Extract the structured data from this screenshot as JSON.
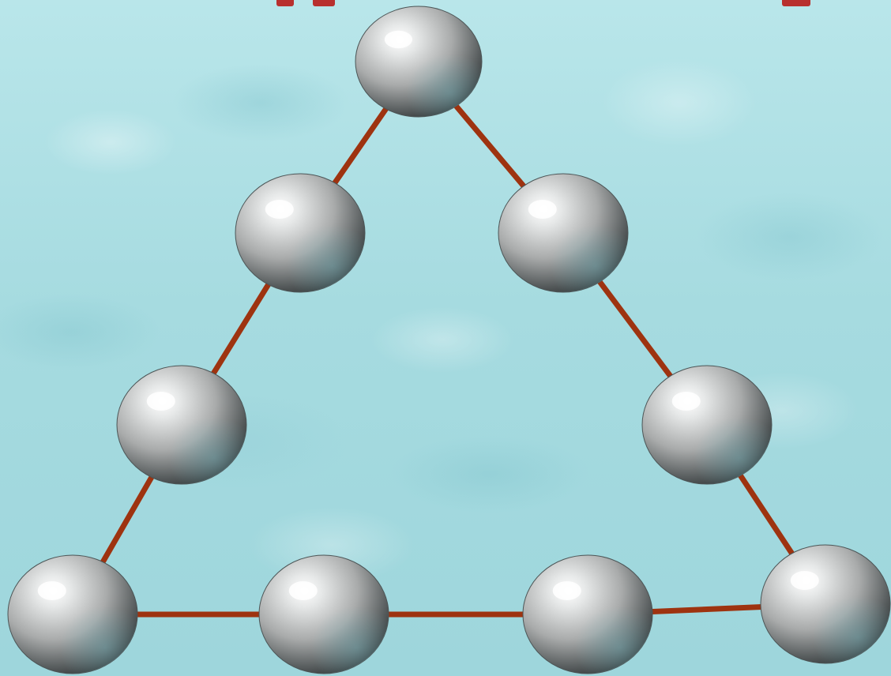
{
  "diagram": {
    "edge_color": "#9e3310",
    "ball_light": "#ffffff",
    "ball_mid": "#a7a7a7",
    "ball_dark": "#3a3f40",
    "nodes": [
      {
        "id": "apex"
      },
      {
        "id": "left-upper"
      },
      {
        "id": "right-upper"
      },
      {
        "id": "left-middle"
      },
      {
        "id": "right-middle"
      },
      {
        "id": "bottom-left"
      },
      {
        "id": "bottom-center-left"
      },
      {
        "id": "bottom-center-right"
      },
      {
        "id": "bottom-right"
      }
    ],
    "edges": [
      [
        "apex",
        "left-upper"
      ],
      [
        "apex",
        "right-upper"
      ],
      [
        "left-upper",
        "left-middle"
      ],
      [
        "right-upper",
        "right-middle"
      ],
      [
        "left-middle",
        "bottom-left"
      ],
      [
        "right-middle",
        "bottom-right"
      ],
      [
        "bottom-left",
        "bottom-center-left"
      ],
      [
        "bottom-center-left",
        "bottom-center-right"
      ],
      [
        "bottom-center-right",
        "bottom-right"
      ]
    ]
  }
}
